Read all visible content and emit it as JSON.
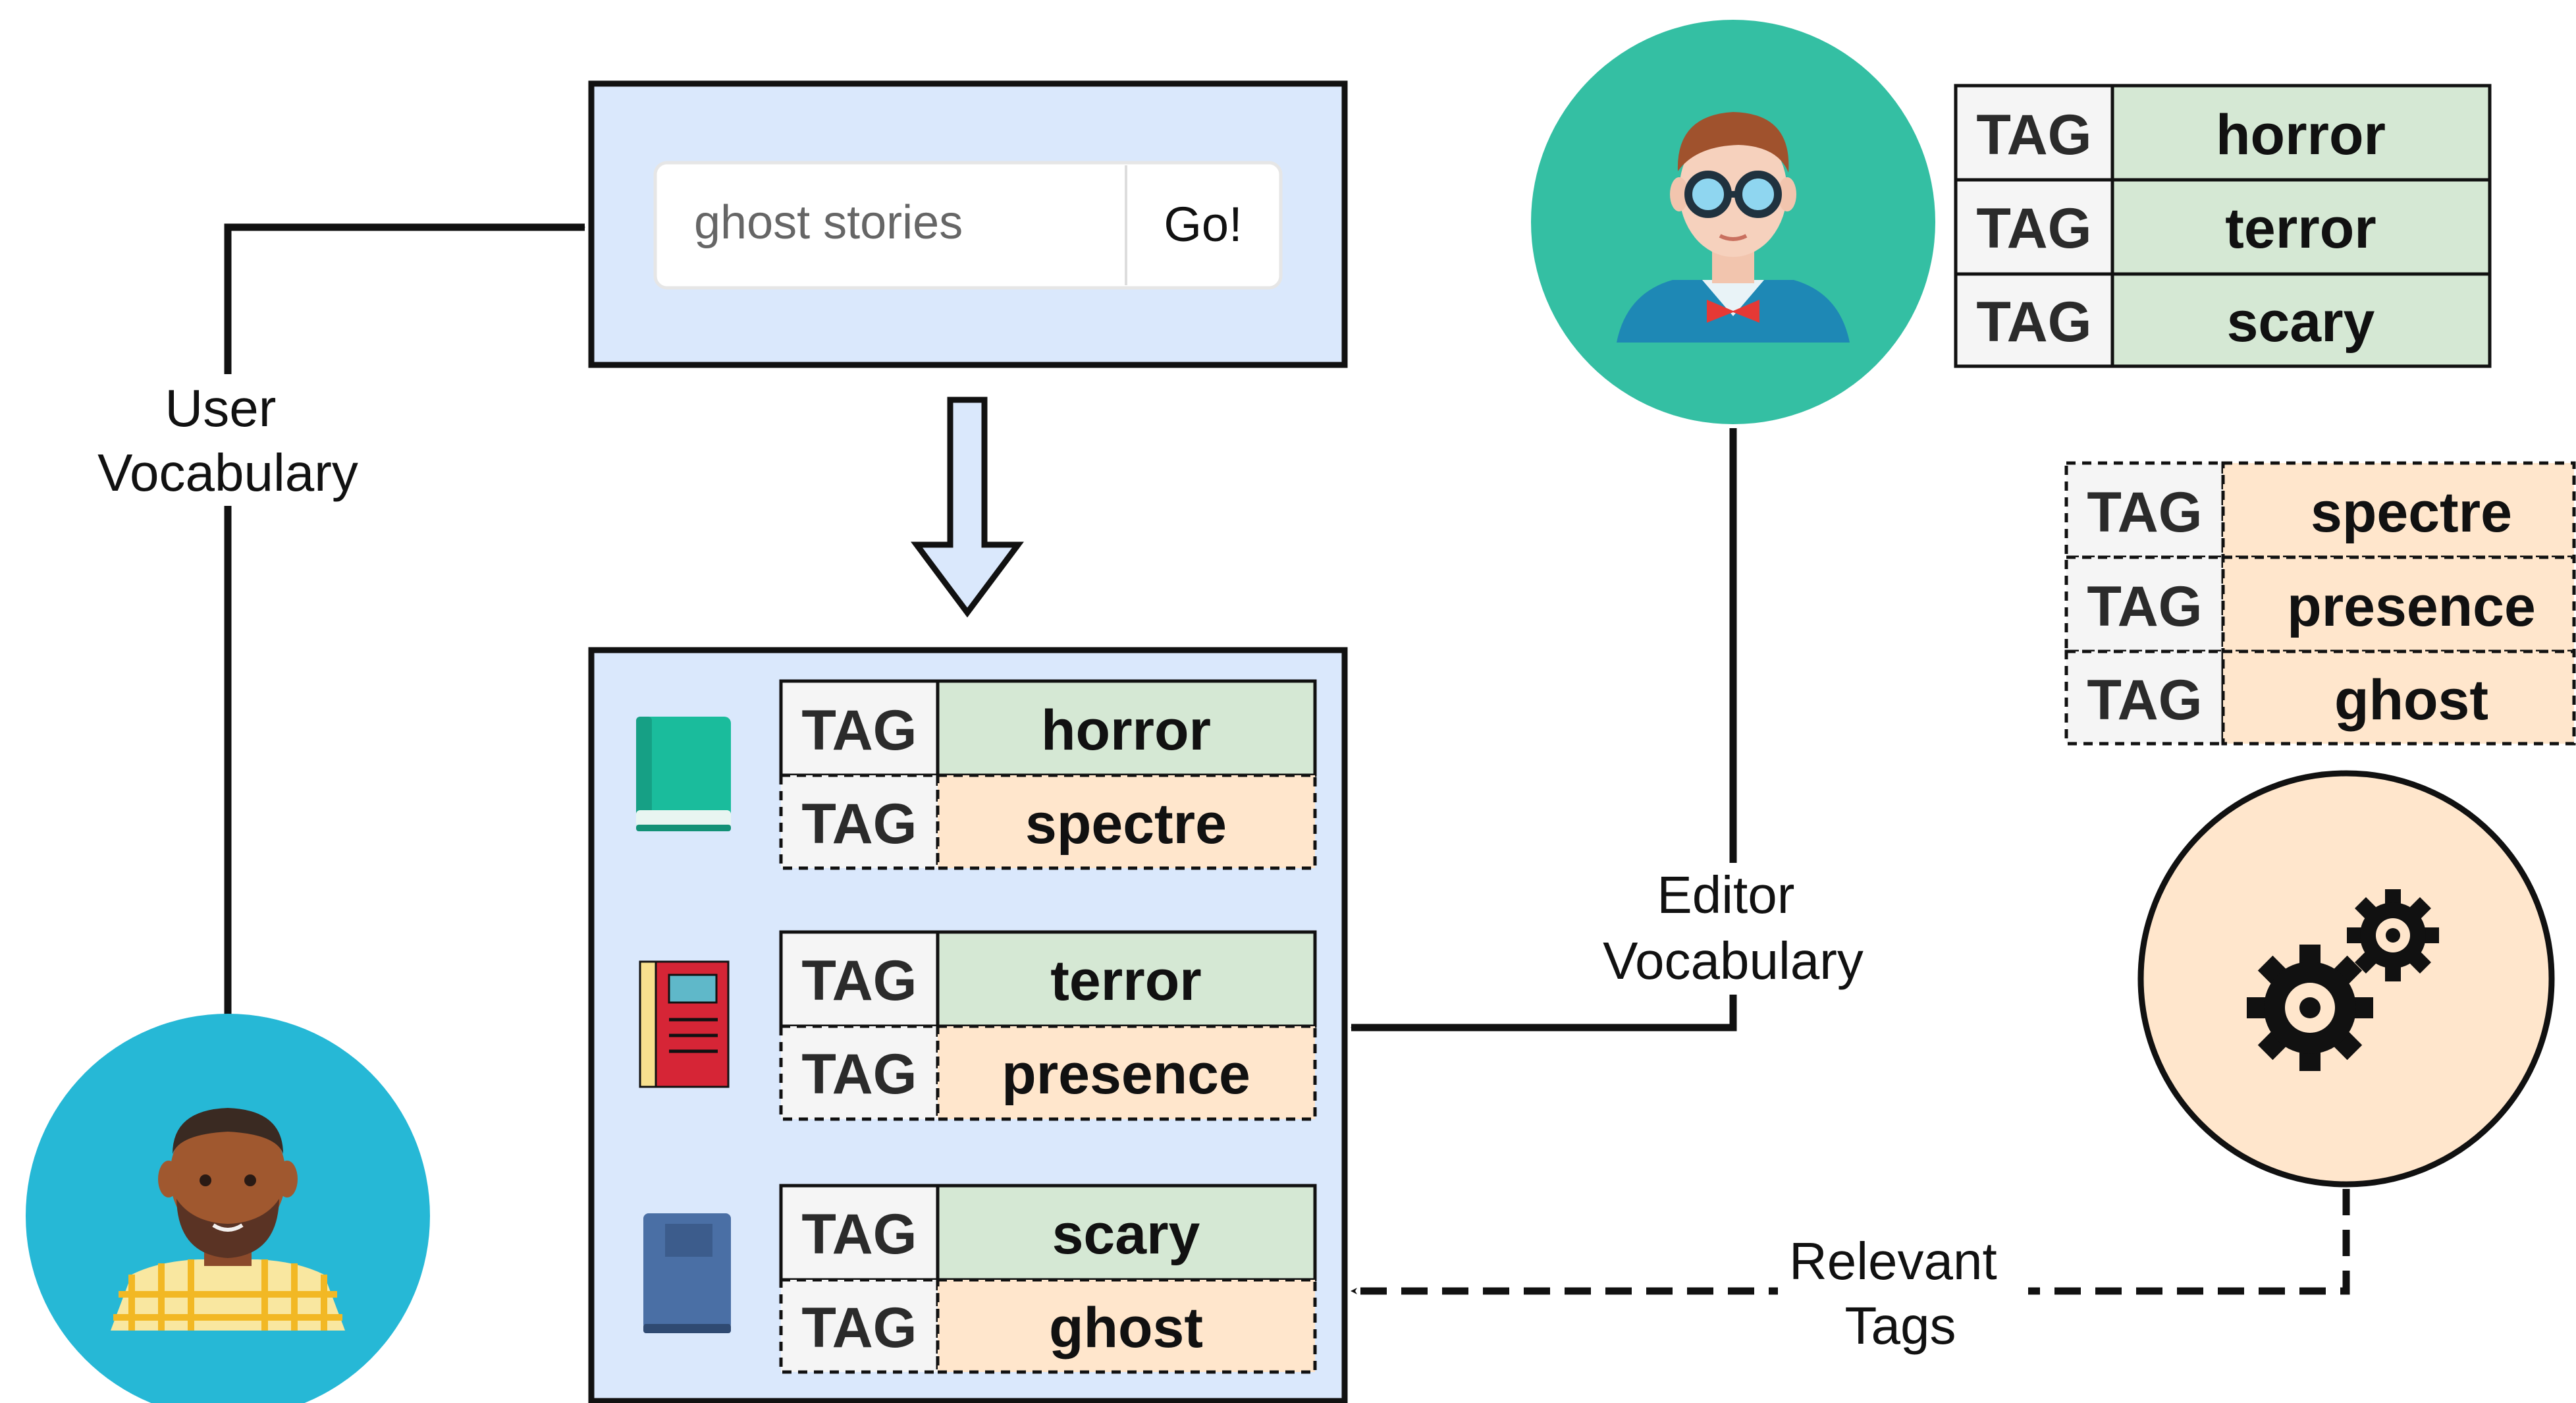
{
  "search": {
    "query": "ghost stories",
    "button_label": "Go!"
  },
  "labels": {
    "user_vocabulary": [
      "User",
      "Vocabulary"
    ],
    "editor_vocabulary": [
      "Editor",
      "Vocabulary"
    ],
    "relevant_tags": [
      "Relevant",
      "Tags"
    ]
  },
  "tag_key": "TAG",
  "editor_tags": [
    "horror",
    "terror",
    "scary"
  ],
  "machine_tags": [
    "spectre",
    "presence",
    "ghost"
  ],
  "books": [
    {
      "color": "green",
      "editor_tag": "horror",
      "machine_tag": "spectre"
    },
    {
      "color": "red",
      "editor_tag": "terror",
      "machine_tag": "presence"
    },
    {
      "color": "blue",
      "editor_tag": "scary",
      "machine_tag": "ghost"
    }
  ],
  "colors": {
    "box_fill": "#dae8fc",
    "editor_tag_fill": "#d5e8d4",
    "machine_tag_fill": "#ffe6cc",
    "tag_key_fill": "#f5f5f5",
    "user_circle": "#26b8d6",
    "editor_circle": "#34bfa3",
    "engine_circle": "#ffe6cc"
  },
  "icons": [
    "user-avatar",
    "editor-avatar",
    "gears-icon",
    "book-icon"
  ]
}
